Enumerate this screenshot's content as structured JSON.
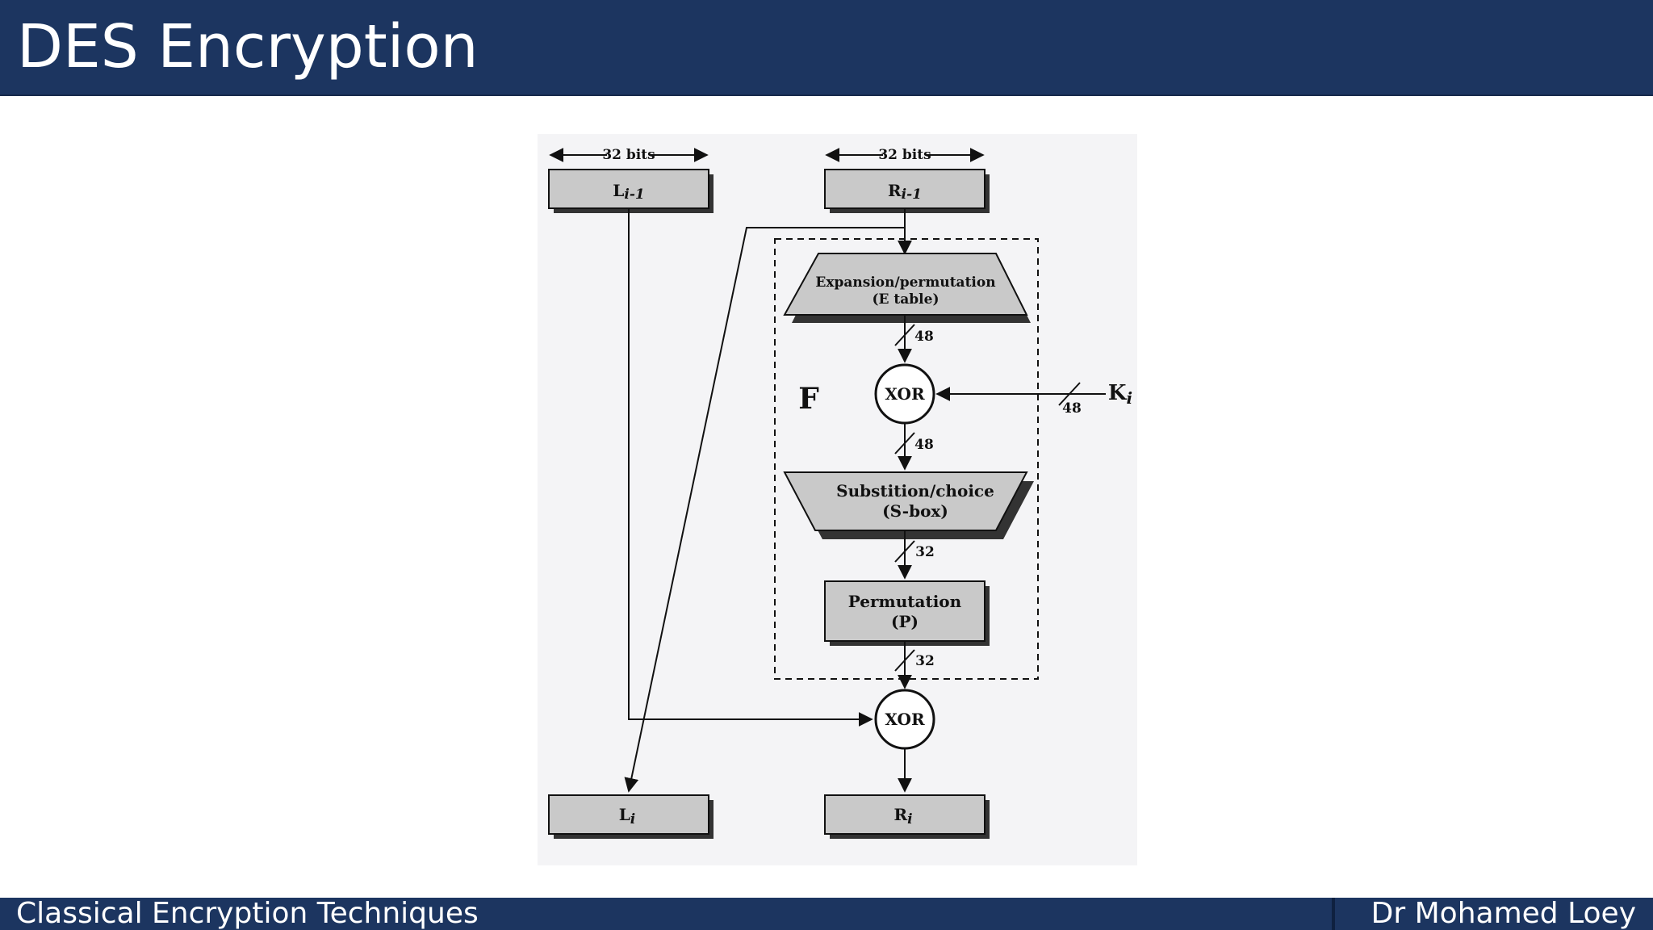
{
  "header": {
    "title": "DES Encryption"
  },
  "footer": {
    "left_text": "Classical Encryption Techniques",
    "right_text": "Dr Mohamed Loey"
  },
  "diagram": {
    "width_label_left": "32 bits",
    "width_label_right": "32 bits",
    "l_prev": {
      "base": "L",
      "sub": "i-1"
    },
    "r_prev": {
      "base": "R",
      "sub": "i-1"
    },
    "expansion": {
      "line1": "Expansion/permutation",
      "line2": "(E table)"
    },
    "xor_top": "XOR",
    "xor_bottom": "XOR",
    "f_label": "F",
    "key": {
      "base": "K",
      "sub": "i"
    },
    "key_bits": "48",
    "bits_after_expansion": "48",
    "bits_after_xor": "48",
    "substitution": {
      "line1": "Substition/choice",
      "line2": "(S-box)"
    },
    "bits_after_sbox": "32",
    "permutation": {
      "line1": "Permutation",
      "line2": "(P)"
    },
    "bits_after_permutation": "32",
    "l_out": {
      "base": "L",
      "sub": "i"
    },
    "r_out": {
      "base": "R",
      "sub": "i"
    }
  },
  "colors": {
    "header_bg": "#1c3560",
    "box_fill": "#c9c9c9",
    "panel_bg": "#f4f4f6"
  }
}
